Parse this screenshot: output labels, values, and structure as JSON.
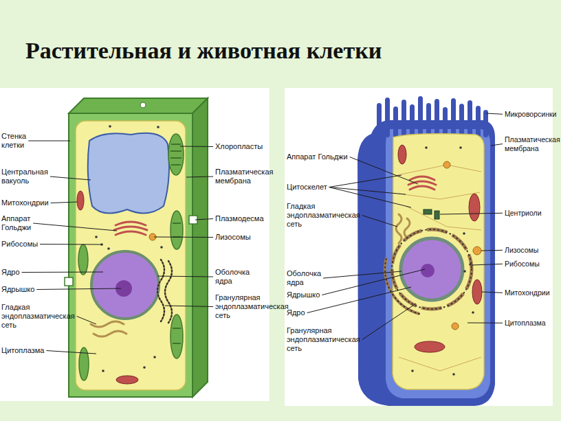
{
  "diagram": {
    "title": "Растительная и животная клетки",
    "labels": [
      "Стенка клетки",
      "Центральная вакуоль",
      "Митохондрии",
      "Аппарат Гольджи",
      "Рибосомы",
      "Ядро",
      "Ядрышко",
      "Гладкая эндоплазматическая сеть",
      "Цитоплазма",
      "Хлоропласты",
      "Плазматическая мембрана",
      "Плазмодесма",
      "Лизосомы",
      "Оболочка ядра",
      "Гранулярная эндоплазматическая сеть",
      "Аппарат Гольджи",
      "Цитоскелет",
      "Гладкая эндоплазматическая сеть",
      "Оболочка ядра",
      "Ядрышко",
      "Ядро",
      "Гранулярная эндоплазматическая сеть",
      "Микроворсинки",
      "Плазматическая мембрана",
      "Центриоли",
      "Лизосомы",
      "Рибосомы",
      "Митохондрии",
      "Цитоплазма"
    ]
  }
}
